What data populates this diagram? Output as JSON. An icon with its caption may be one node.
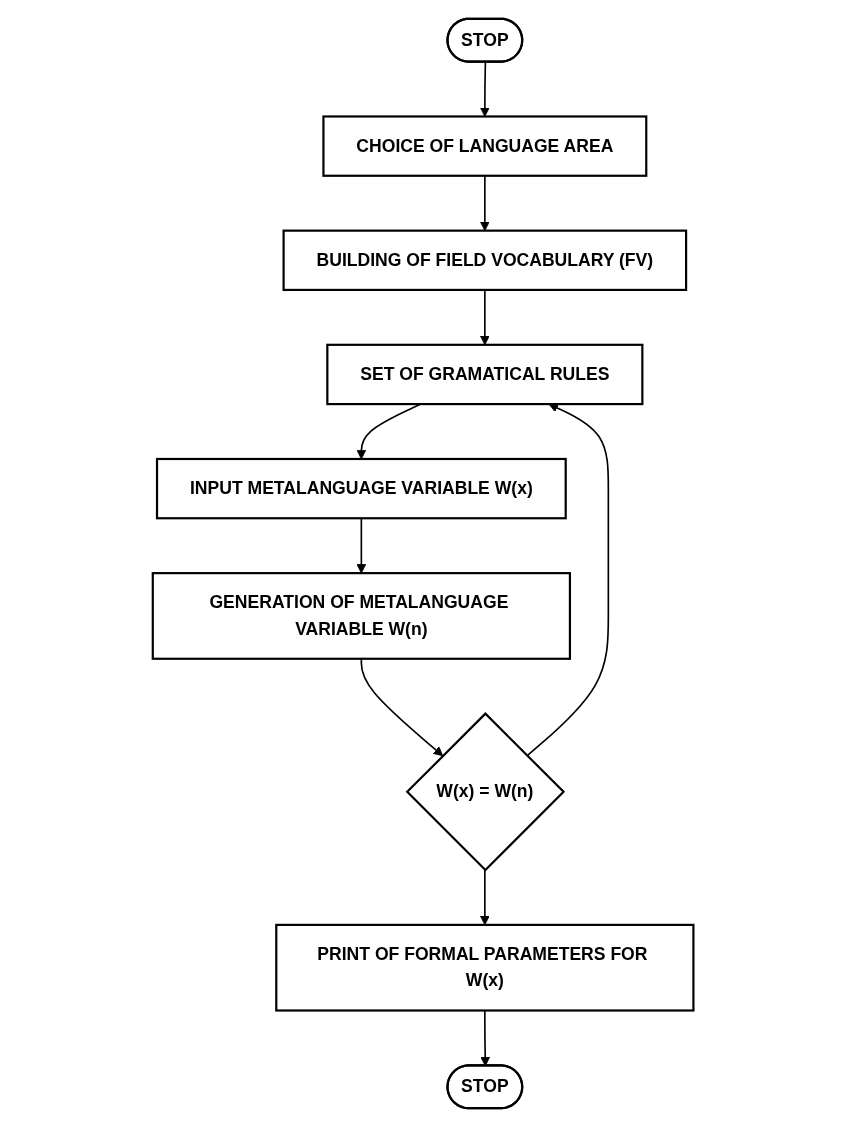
{
  "diagram": {
    "nodes": [
      {
        "text": [
          "STOP"
        ]
      },
      {
        "text": [
          "CHOICE OF LANGUAGE AREA"
        ]
      },
      {
        "text": [
          "BUILDING OF FIELD VOCABULARY (FV)"
        ]
      },
      {
        "text": [
          "SET OF GRAMATICAL RULES"
        ]
      },
      {
        "text": [
          "INPUT METALANGUAGE VARIABLE W(x)"
        ]
      },
      {
        "text": [
          "GENERATION OF METALANGUAGE VARIABLE W(n)"
        ]
      },
      {
        "text": [
          "W(x) = W(n)"
        ]
      },
      {
        "text": [
          "PRINT OF FORMAL PARAMETERS FOR W(x)"
        ]
      },
      {
        "text": [
          "STOP"
        ]
      }
    ],
    "edges": [
      {
        "from": 0,
        "to": 1,
        "arrow": "to"
      },
      {
        "from": 1,
        "to": 2,
        "arrow": "to"
      },
      {
        "from": 2,
        "to": 3,
        "arrow": "to"
      },
      {
        "from": 3,
        "to": 4,
        "arrow": "to"
      },
      {
        "from": 4,
        "to": 5,
        "arrow": "to"
      },
      {
        "from": 5,
        "to": 6,
        "arrow": "to"
      },
      {
        "from": 6,
        "to": 3,
        "arrow": "to"
      },
      {
        "from": 6,
        "to": 7,
        "arrow": "to"
      },
      {
        "from": 7,
        "to": 8,
        "arrow": "to"
      }
    ]
  }
}
